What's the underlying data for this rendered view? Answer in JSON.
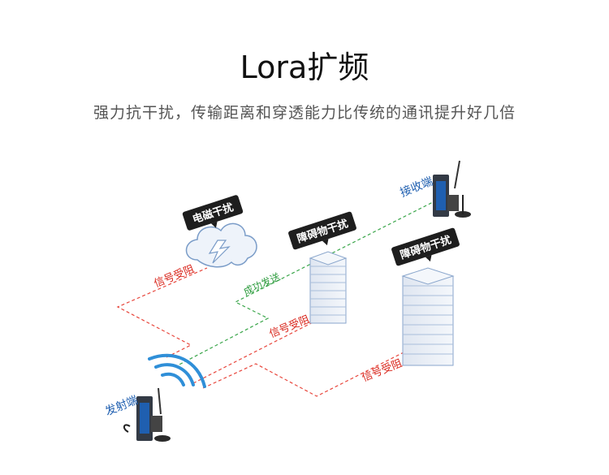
{
  "header": {
    "title": "Lora扩频",
    "subtitle": "强力抗干扰，传输距离和穿透能力比传统的通讯提升好几倍"
  },
  "diagram": {
    "tags": {
      "em_interference": "电磁干扰",
      "obstacle_1": "障碍物干扰",
      "obstacle_2": "障碍物干扰"
    },
    "devices": {
      "receiver": "接收端",
      "transmitter": "发射端"
    },
    "links": {
      "success": "成功发送",
      "blocked_1": "信号受阻",
      "blocked_2": "信号受阻",
      "blocked_3": "信号受阻"
    }
  },
  "colors": {
    "blocked_line": "#e8473d",
    "success_line": "#3aa64a",
    "device_blue": "#1f5fb0",
    "tag_bg": "#1e1e1e"
  }
}
